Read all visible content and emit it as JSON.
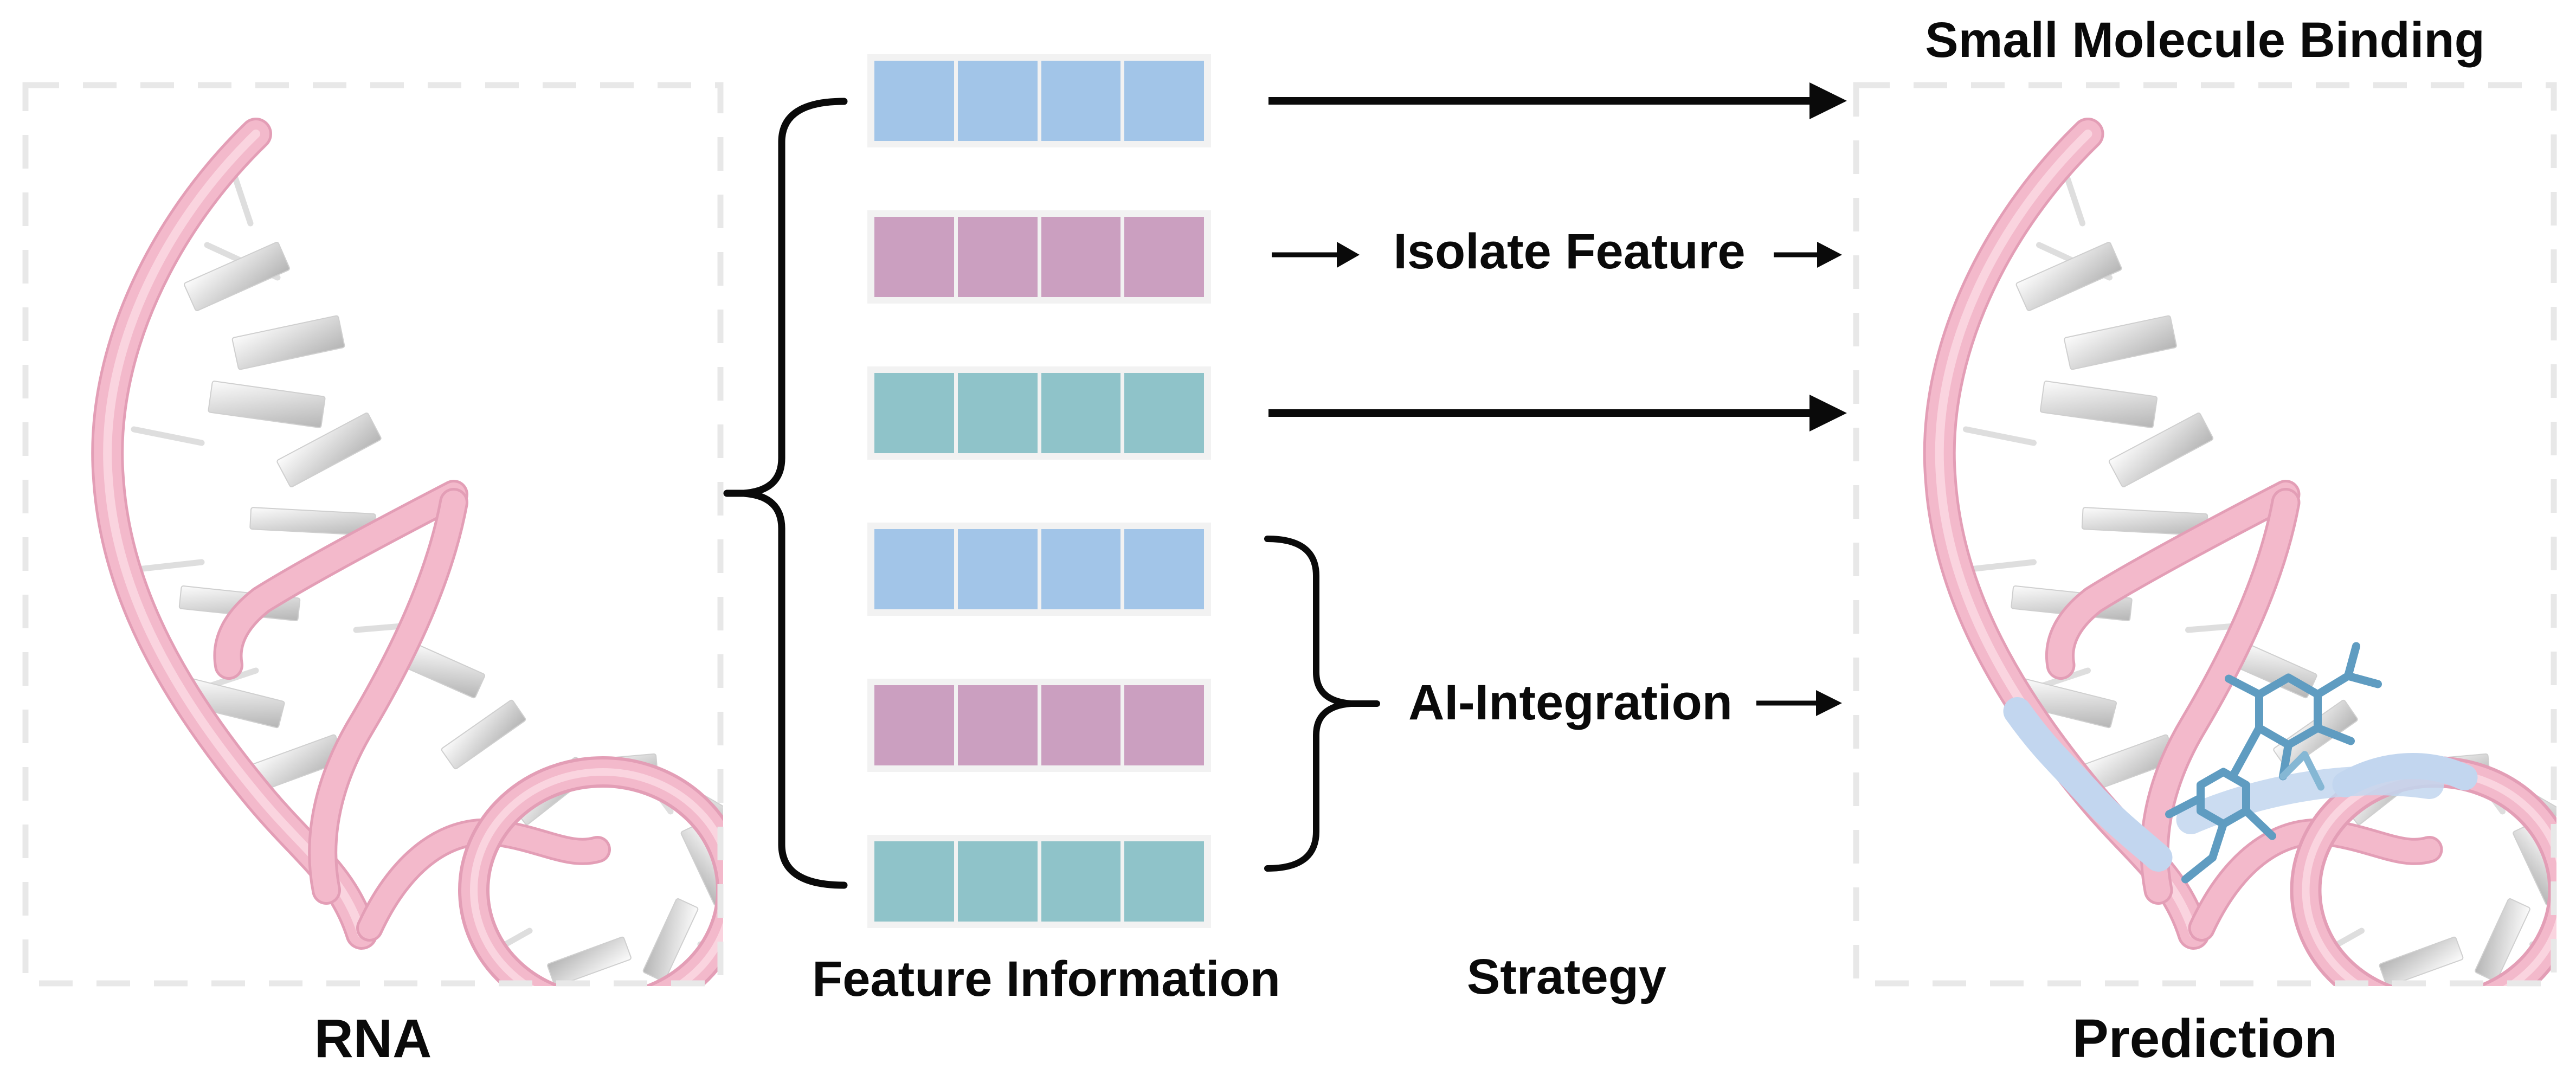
{
  "figure": {
    "panels": {
      "rna": {
        "caption": "RNA"
      },
      "prediction": {
        "caption": "Prediction",
        "title": "Small Molecule Binding"
      }
    },
    "feature_block": {
      "caption": "Feature Information",
      "rows": [
        {
          "color_name": "blue",
          "color": "#a2c5e8",
          "cells": 4
        },
        {
          "color_name": "mauve",
          "color": "#cb9fc0",
          "cells": 4
        },
        {
          "color_name": "teal",
          "color": "#8fc3c9",
          "cells": 4
        },
        {
          "color_name": "blue",
          "color": "#a2c5e8",
          "cells": 4
        },
        {
          "color_name": "mauve",
          "color": "#cb9fc0",
          "cells": 4
        },
        {
          "color_name": "teal",
          "color": "#8fc3c9",
          "cells": 4
        }
      ]
    },
    "strategy": {
      "caption": "Strategy",
      "isolate_label": "Isolate Feature",
      "integration_label": "AI-Integration"
    },
    "colors": {
      "cell_tray": "#f2f2f2",
      "dashed_border": "#e8e8e8",
      "ribbon_pink": "#f3b9cb",
      "ribbon_highlight": "#fad4df",
      "ribbon_shadow": "#e39eb6",
      "binding_site_blue": "#c2d6ef",
      "ligand_blue": "#5f9cc1",
      "slab_gray_light": "#fcfcfc",
      "slab_gray_dark": "#b5b5b5",
      "arrow_black": "#0a0a0a"
    }
  }
}
